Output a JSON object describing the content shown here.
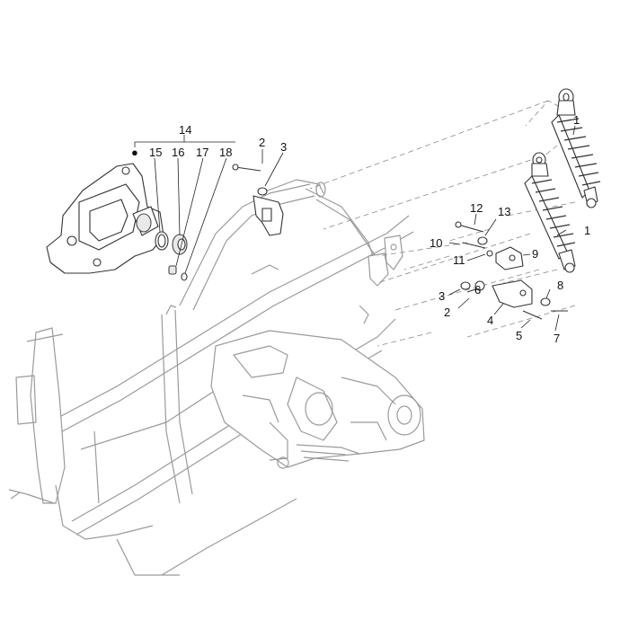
{
  "callouts": {
    "c1_top": "1",
    "c1_mid": "1",
    "c2_top": "2",
    "c2_low": "2",
    "c3_top": "3",
    "c3_low": "3",
    "c4": "4",
    "c5": "5",
    "c6": "6",
    "c7": "7",
    "c8": "8",
    "c9": "9",
    "c10": "10",
    "c11": "11",
    "c12": "12",
    "c13": "13",
    "c14": "14",
    "c15": "15",
    "c16": "16",
    "c17": "17",
    "c18": "18"
  },
  "kit_marker": "●",
  "colors": {
    "line": "#333333",
    "ghost": "#9a9a9a",
    "text": "#111111"
  }
}
